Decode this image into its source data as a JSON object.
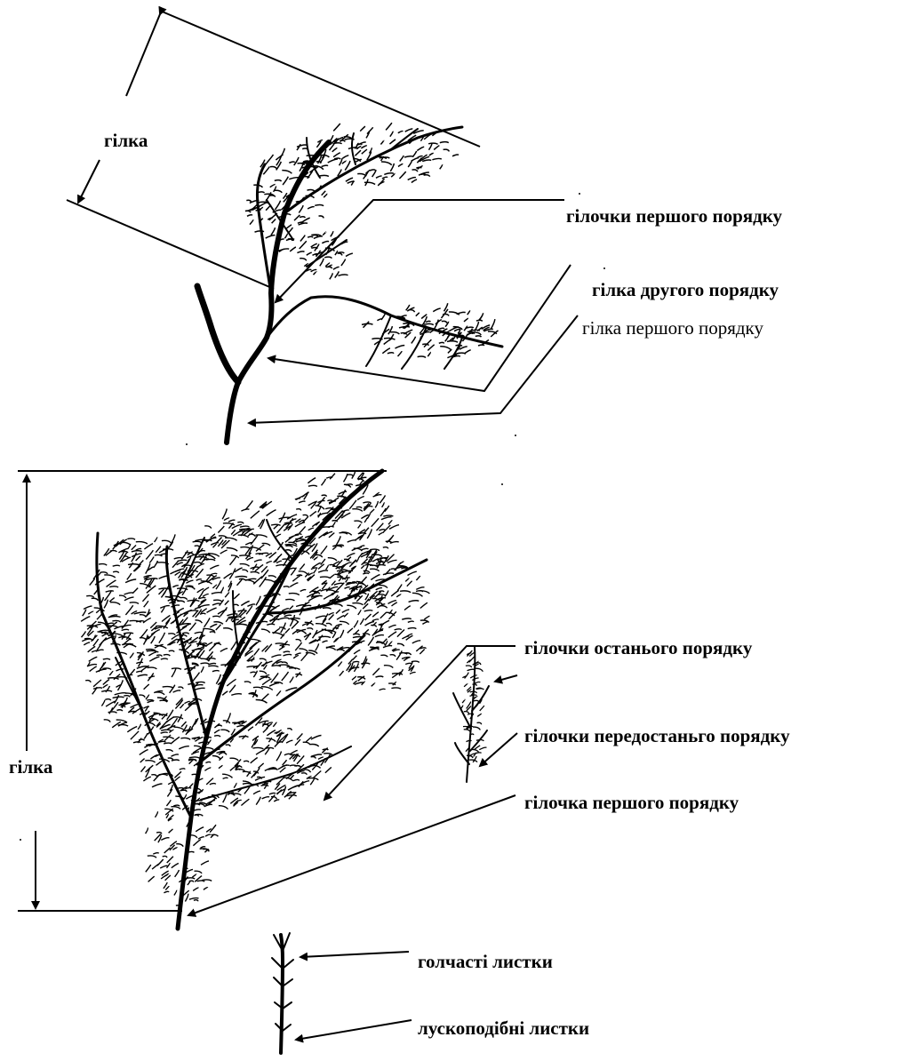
{
  "top_figure": {
    "measure_label": "гілка",
    "labels": {
      "twigs_first_order": "гілочки першого порядку",
      "branch_second_order": "гілка другого порядку",
      "branch_first_order": "гілка першого порядку"
    }
  },
  "bottom_figure": {
    "measure_label": "гілка",
    "labels": {
      "twigs_last_order": "гілочки останього порядку",
      "twigs_penultimate_order": "гілочки передостаньго порядку",
      "twig_first_order": "гілочка першого порядку"
    }
  },
  "leaf_detail": {
    "labels": {
      "needle_leaves": "голчасті листки",
      "scale_leaves": "лускоподібні листки"
    }
  },
  "colors": {
    "ink": "#000000",
    "background": "#ffffff"
  }
}
